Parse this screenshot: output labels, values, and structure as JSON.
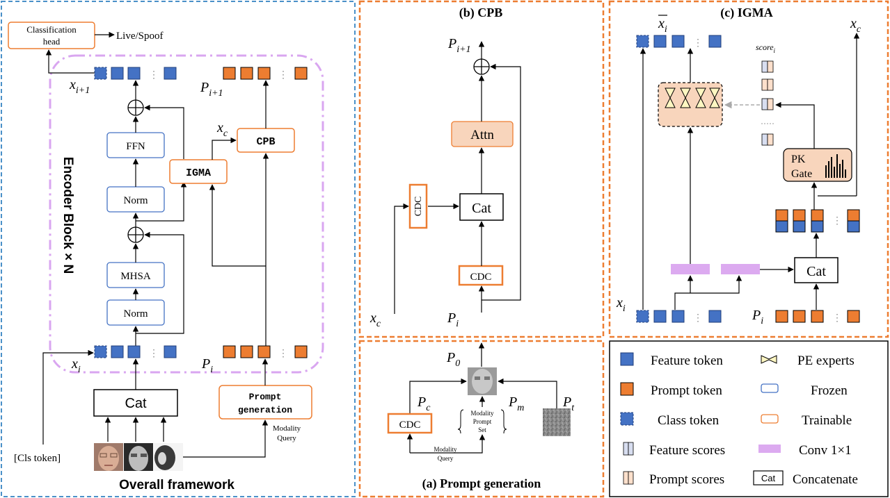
{
  "colors": {
    "feature_blue": "#4472c4",
    "prompt_orange": "#ed7d31",
    "frozen_border": "#4472c4",
    "trainable_border": "#ed7d31",
    "panel_blue_dash": "#4a90c8",
    "panel_orange_dash": "#ed7d31",
    "encoder_dash": "#d9a6f0",
    "conv_purple": "#dcaaf0",
    "trainable_fill": "#f8d5bc"
  },
  "overall": {
    "caption": "Overall framework",
    "classification_head": "Classification head",
    "live_spoof": "Live/Spoof",
    "encoder_label": "Encoder Block × N",
    "ffn": "FFN",
    "norm_top": "Norm",
    "mhsa": "MHSA",
    "norm_bottom": "Norm",
    "igma": "IGMA",
    "cpb": "CPB",
    "cat": "Cat",
    "prompt_generation": "Prompt generation",
    "modality_query": "Modality Query",
    "cls_token": "[Cls token]",
    "x_i1": "x",
    "x_i1_sub": "i+1",
    "p_i1": "P",
    "p_i1_sub": "i+1",
    "x_c": "x",
    "x_c_sub": "c",
    "x_i": "x",
    "x_i_sub": "i",
    "p_i": "P",
    "p_i_sub": "i"
  },
  "cpb": {
    "title": "(b) CPB",
    "p_out": "P",
    "p_out_sub": "i+1",
    "attn": "Attn",
    "cat": "Cat",
    "cdc_side": "CDC",
    "cdc_bottom": "CDC",
    "x_c": "x",
    "x_c_sub": "c",
    "p_i": "P",
    "p_i_sub": "i"
  },
  "prompt_gen": {
    "caption": "(a) Prompt generation",
    "p0": "P",
    "p0_sub": "0",
    "pc": "P",
    "pc_sub": "c",
    "pm": "P",
    "pm_sub": "m",
    "pt": "P",
    "pt_sub": "t",
    "cdc": "CDC",
    "modality_prompt_set": "Modality Prompt Set",
    "modality_query": "Modality Query"
  },
  "igma": {
    "title": "(c) IGMA",
    "x_bar": "x",
    "x_bar_sub": "i",
    "x_c": "x",
    "x_c_sub": "c",
    "score": "score",
    "score_sub": "i",
    "pk_gate": "PK Gate",
    "cat": "Cat",
    "x_i": "x",
    "x_i_sub": "i",
    "p_i": "P",
    "p_i_sub": "i"
  },
  "legend": {
    "feature_token": "Feature token",
    "prompt_token": "Prompt token",
    "class_token": "Class token",
    "feature_scores": "Feature scores",
    "prompt_scores": "Prompt scores",
    "pe_experts": "PE experts",
    "frozen": "Frozen",
    "trainable": "Trainable",
    "conv": "Conv 1×1",
    "cat_icon": "Cat",
    "concatenate": "Concatenate"
  }
}
